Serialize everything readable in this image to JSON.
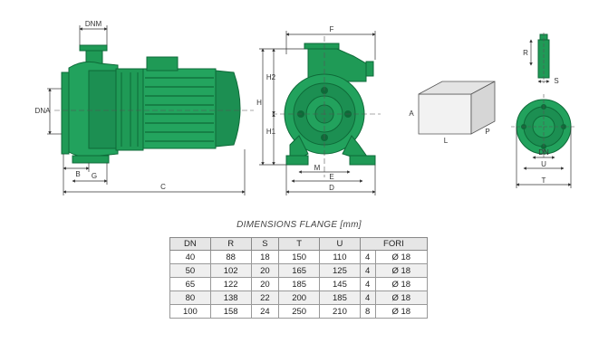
{
  "labels": {
    "dnm": "DNM",
    "dna": "DNA",
    "b": "B",
    "g": "G",
    "c": "C",
    "f": "F",
    "h": "H",
    "h1": "H1",
    "h2": "H2",
    "m": "M",
    "e": "E",
    "d": "D",
    "a": "A",
    "l": "L",
    "p": "P",
    "r": "R",
    "s": "S",
    "dn": "DN",
    "u": "U",
    "t": "T"
  },
  "table": {
    "title": "DIMENSIONS FLANGE [mm]",
    "headers": [
      "DN",
      "R",
      "S",
      "T",
      "U",
      "FORI"
    ],
    "rows": [
      [
        "40",
        "88",
        "18",
        "150",
        "110",
        "4",
        "Ø 18"
      ],
      [
        "50",
        "102",
        "20",
        "165",
        "125",
        "4",
        "Ø 18"
      ],
      [
        "65",
        "122",
        "20",
        "185",
        "145",
        "4",
        "Ø 18"
      ],
      [
        "80",
        "138",
        "22",
        "200",
        "185",
        "4",
        "Ø 18"
      ],
      [
        "100",
        "158",
        "24",
        "250",
        "210",
        "8",
        "Ø 18"
      ]
    ]
  },
  "colors": {
    "pump_green": "#1f9a56",
    "pump_dark": "#0e6a38",
    "line": "#333333"
  }
}
